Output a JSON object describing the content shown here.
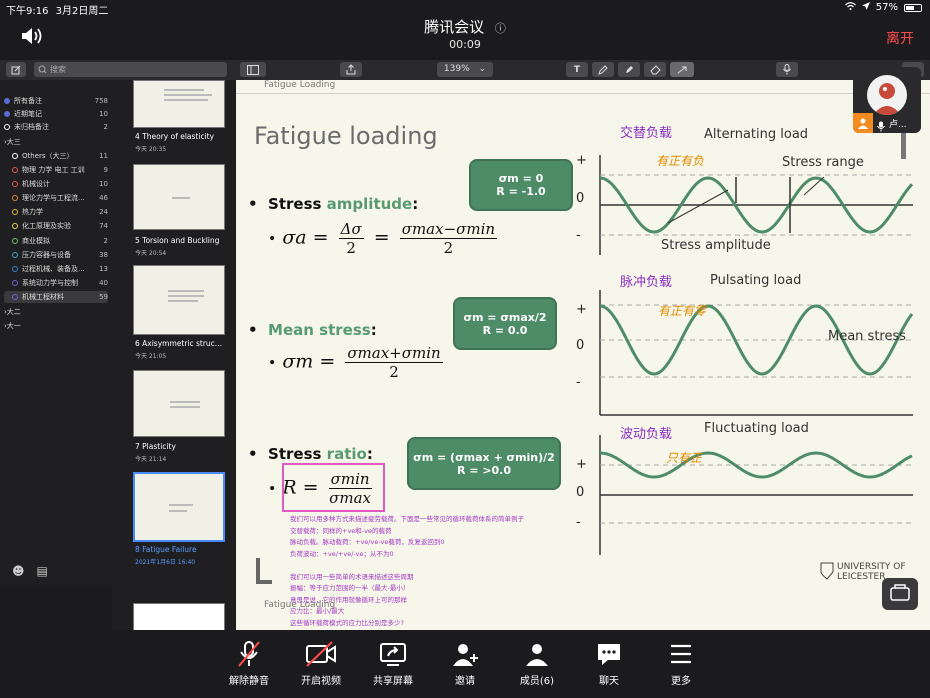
{
  "status_bar": {
    "time": "下午9:16",
    "date": "3月2日周二",
    "battery": "57%",
    "battery_level": 0.57
  },
  "meeting": {
    "title": "腾讯会议",
    "info_icon": "ⓘ",
    "elapsed": "00:09",
    "leave_label": "离开"
  },
  "toolbar": {
    "search_placeholder": "搜索",
    "zoom": "139%"
  },
  "sidebar": {
    "items": [
      {
        "label": "所有备注",
        "count": "758",
        "dot": "#5b6bd6"
      },
      {
        "label": "近期笔记",
        "count": "10",
        "dot": "#5b6bd6"
      },
      {
        "label": "未归档备注",
        "count": "2",
        "dot": "#ffffff"
      },
      {
        "label": "›大三",
        "count": "",
        "dot": ""
      },
      {
        "label": "Others（大三）",
        "count": "11",
        "dot": "#ffffff"
      },
      {
        "label": "物理 力学 电工 工训",
        "count": "9",
        "dot": "#e0584f"
      },
      {
        "label": "机械设计",
        "count": "10",
        "dot": "#e0584f"
      },
      {
        "label": "理论力学与工程流...",
        "count": "46",
        "dot": "#e58a3a"
      },
      {
        "label": "热力学",
        "count": "24",
        "dot": "#e5b83a"
      },
      {
        "label": "化工原理及实验",
        "count": "74",
        "dot": "#e5d33a"
      },
      {
        "label": "商业模拟",
        "count": "2",
        "dot": "#6ac36a"
      },
      {
        "label": "压力容器与设备",
        "count": "38",
        "dot": "#3aa8c8"
      },
      {
        "label": "过程机械、装备及...",
        "count": "13",
        "dot": "#3a7fd6"
      },
      {
        "label": "系统动力学与控制",
        "count": "40",
        "dot": "#7a5ad6"
      },
      {
        "label": "机械工程材料",
        "count": "59",
        "dot": "#7a5ad6"
      },
      {
        "label": "›大二",
        "count": "",
        "dot": ""
      },
      {
        "label": "›大一",
        "count": "",
        "dot": ""
      }
    ]
  },
  "thumbnails": [
    {
      "title": "4 Theory of elasticity",
      "date": "今天 20:35"
    },
    {
      "title": "5 Torsion and Buckling",
      "date": "今天 20:54"
    },
    {
      "title": "6 Axisymmetric struc...",
      "date": "今天 21:05"
    },
    {
      "title": "7 Plasticity",
      "date": "今天 21:14"
    },
    {
      "title": "8 Fatigue Failure",
      "date": "2021年1月6日 16:40"
    }
  ],
  "slide": {
    "top_note": "Fatigue Loading",
    "title": "Fatigue loading",
    "bottom_note": "Fatigue Loading",
    "university": "UNIVERSITY OF LEICESTER",
    "bullets": {
      "amplitude_a": "Stress ",
      "amplitude_b": "amplitude",
      "amplitude_c": ":",
      "mean_a": "Mean stress",
      "mean_b": ":",
      "ratio_a": "Stress ",
      "ratio_b": "ratio",
      "ratio_c": ":"
    },
    "formulas": {
      "sa": "σa",
      "dsig": "Δσ",
      "two": "2",
      "smaxmin": "σmax−σmin",
      "sm": "σm",
      "smaxplus": "σmax+σmin",
      "R": "R",
      "smin": "σmin",
      "smax": "σmax"
    },
    "boxes": [
      {
        "line1": "σm = 0",
        "line2": "R = -1.0"
      },
      {
        "line1": "σm = σmax/2",
        "line2": "R = 0.0"
      },
      {
        "line1": "σm = (σmax + σmin)/2",
        "line2": "R = >0.0"
      }
    ],
    "plots": {
      "alt_cn": "交替负载",
      "alt_en": "Alternating load",
      "alt_hand": "有正有负",
      "range": "Stress range",
      "amp": "Stress amplitude",
      "pulse_cn": "脉冲负载",
      "pulse_en": "Pulsating load",
      "pulse_hand": "有正有零",
      "mean": "Mean stress",
      "fluct_cn": "波动负载",
      "fluct_en": "Fluctuating load",
      "fluct_hand": "只有正",
      "plus": "+",
      "zero": "0",
      "minus": "-"
    },
    "annotations": [
      "我们可以用多种方式来描述疲劳载荷。下面是一些常见的循环载荷体系的简单例子",
      "交替载荷：同样的+ve和-ve的载荷",
      "脉动负载。脉动载荷：+ve/ve-ve载荷，反复返回到0",
      "负荷波动：+ve/+ve/-ve；从不为0",
      "",
      "我们可以用一些简单的术语来描述这些周期",
      "振幅：等于应力范围的一半（最大-最小）",
      "意思是说，它的作用就像循环上可的那样",
      "应力比：最小/最大",
      "这些循环载荷模式的应力比分别是多少?"
    ]
  },
  "floating_user": {
    "name": "卢..."
  },
  "bottom_bar": [
    {
      "label": "解除静音",
      "icon": "mic-muted-icon"
    },
    {
      "label": "开启视频",
      "icon": "video-off-icon"
    },
    {
      "label": "共享屏幕",
      "icon": "share-screen-icon"
    },
    {
      "label": "邀请",
      "icon": "invite-icon"
    },
    {
      "label": "成员(6)",
      "icon": "members-icon"
    },
    {
      "label": "聊天",
      "icon": "chat-icon"
    },
    {
      "label": "更多",
      "icon": "more-icon"
    }
  ]
}
